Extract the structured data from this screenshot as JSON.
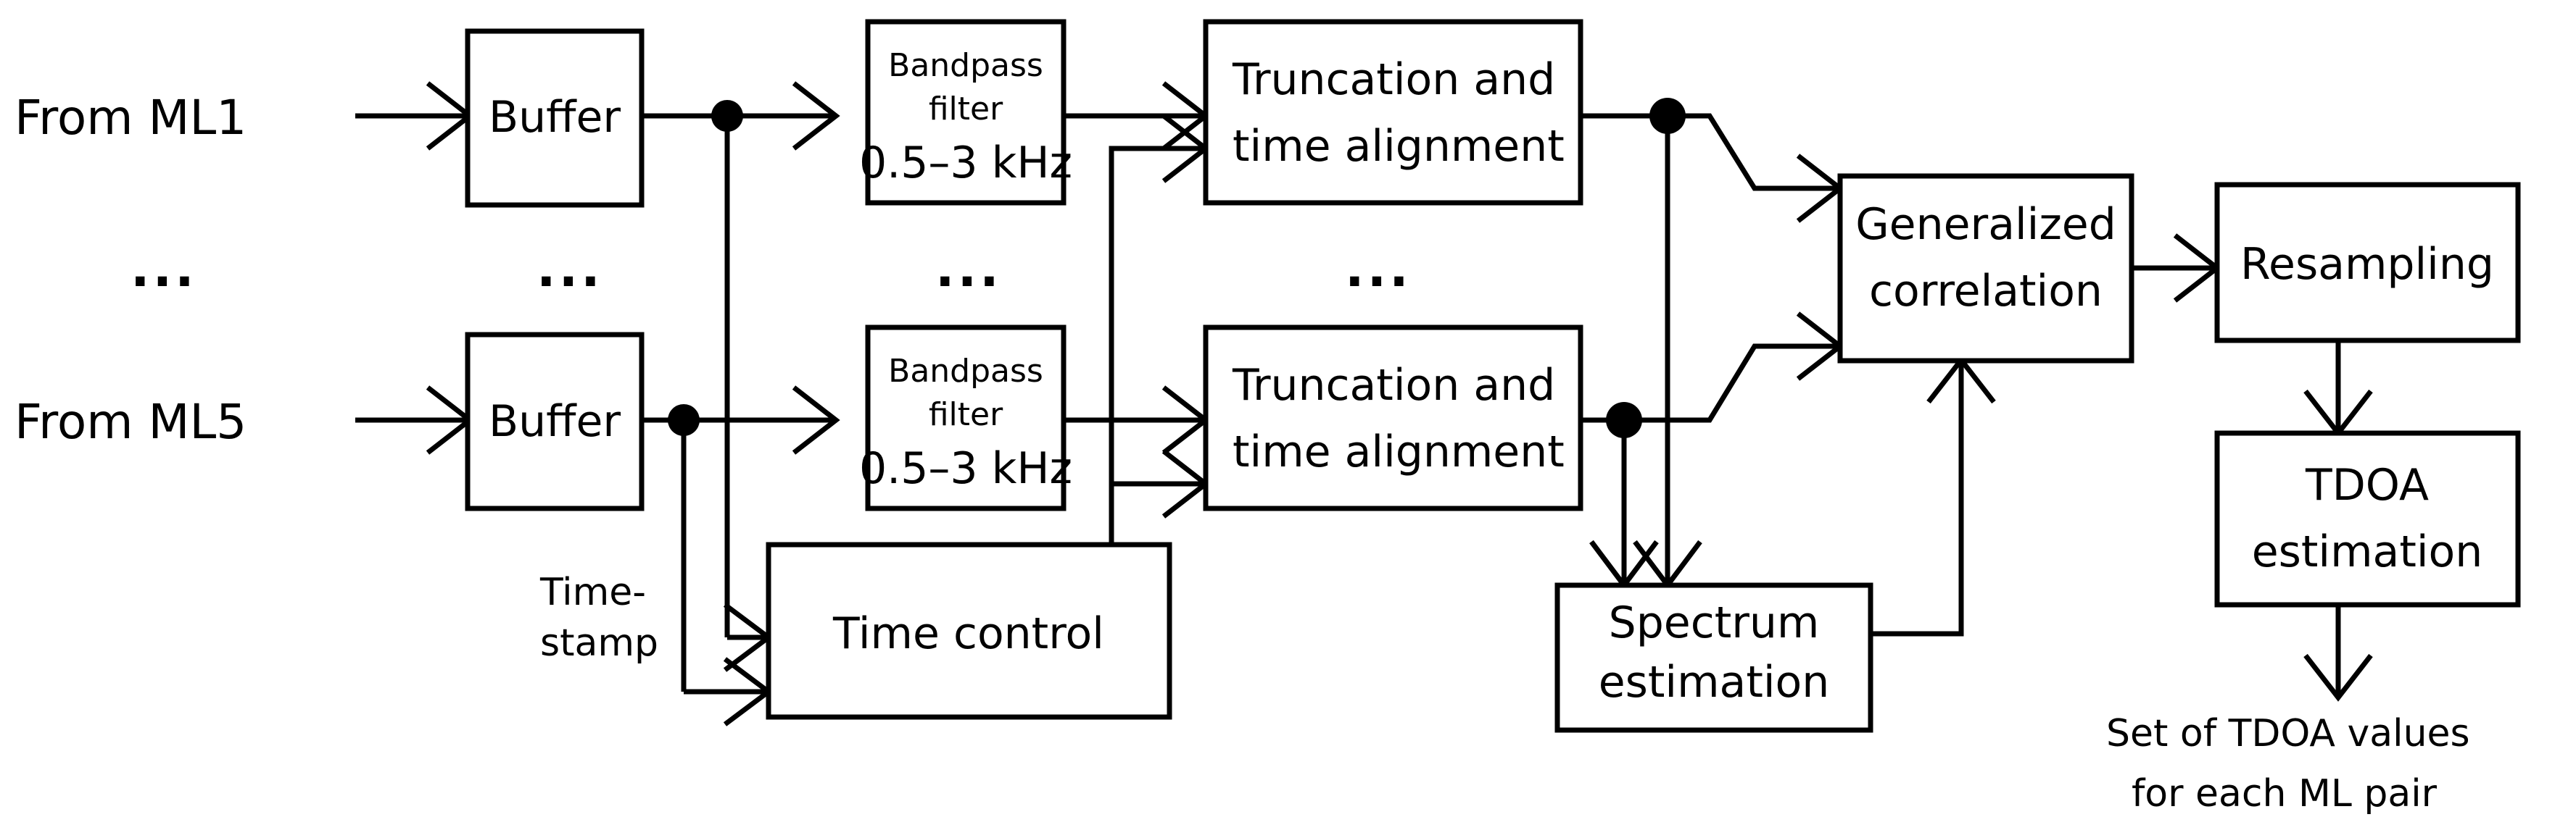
{
  "diagram": {
    "title": "TDOA estimation signal processing block diagram",
    "background_color": "#ffffff",
    "line_color": "#000000",
    "inputs": [
      {
        "id": "input-ml1",
        "label": "From ML1"
      },
      {
        "id": "input-ml5",
        "label": "From ML5"
      }
    ],
    "blocks": {
      "buffer_top": {
        "label": "Buffer"
      },
      "buffer_bottom": {
        "label": "Buffer"
      },
      "bandpass_top": {
        "line1": "Bandpass",
        "line2": "filter",
        "line3": "0.5–3 kHz"
      },
      "bandpass_bottom": {
        "line1": "Bandpass",
        "line2": "filter",
        "line3": "0.5–3 kHz"
      },
      "truncation_top": {
        "line1": "Truncation and",
        "line2": "time alignment"
      },
      "truncation_bottom": {
        "line1": "Truncation and",
        "line2": "time alignment"
      },
      "time_control": {
        "label": "Time control"
      },
      "spectrum_estimation": {
        "line1": "Spectrum",
        "line2": "estimation"
      },
      "generalized_correlation": {
        "line1": "Generalized",
        "line2": "correlation"
      },
      "resampling": {
        "label": "Resampling"
      },
      "tdoa_estimation": {
        "line1": "TDOA",
        "line2": "estimation"
      }
    },
    "annotations": {
      "timestamp_line1": "Time-",
      "timestamp_line2": "stamp",
      "output_line1": "Set of TDOA values",
      "output_line2": "for each ML pair",
      "ellipsis": "..."
    },
    "ellipses": [
      {
        "id": "ellipsis-inputs",
        "text": "..."
      },
      {
        "id": "ellipsis-buffers",
        "text": "..."
      },
      {
        "id": "ellipsis-bandpass",
        "text": "..."
      },
      {
        "id": "ellipsis-truncation",
        "text": "..."
      }
    ]
  }
}
